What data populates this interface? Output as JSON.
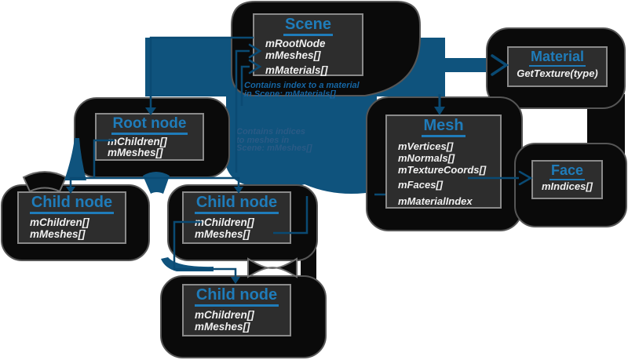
{
  "diagram": {
    "title_color": "#1f7cba",
    "accent_blue": "#0f537d",
    "line_blue": "#0a4a73",
    "blob_color": "#0a0a0a",
    "box_fill": "#2d2d2d",
    "box_border": "#8a8a8a",
    "field_color": "#f0f0f0",
    "boxes": [
      {
        "id": "scene",
        "title": "Scene",
        "fields": [
          "mRootNode",
          "mMeshes[]",
          "mMaterials[]"
        ]
      },
      {
        "id": "material",
        "title": "Material",
        "fields": [
          "GetTexture(type)"
        ]
      },
      {
        "id": "mesh",
        "title": "Mesh",
        "fields": [
          "mVertices[]",
          "mNormals[]",
          "mTextureCoords[]",
          "mFaces[]",
          "mMaterialIndex"
        ]
      },
      {
        "id": "face",
        "title": "Face",
        "fields": [
          "mIndices[]"
        ]
      },
      {
        "id": "root",
        "title": "Root node",
        "fields": [
          "mChildren[]",
          "mMeshes[]"
        ]
      },
      {
        "id": "child_left",
        "title": "Child node",
        "fields": [
          "mChildren[]",
          "mMeshes[]"
        ]
      },
      {
        "id": "child_mid",
        "title": "Child node",
        "fields": [
          "mChildren[]",
          "mMeshes[]"
        ]
      },
      {
        "id": "child_bottom",
        "title": "Child node",
        "fields": [
          "mChildren[]",
          "mMeshes[]"
        ]
      }
    ],
    "notes": [
      {
        "id": "material_note",
        "line1": "Contains index to a material",
        "line2": "in Scene: mMaterials[]"
      },
      {
        "id": "mesh_note",
        "line1": "Contains indices",
        "line2": "to meshes in",
        "line3": "Scene: mMeshes[]"
      }
    ]
  }
}
